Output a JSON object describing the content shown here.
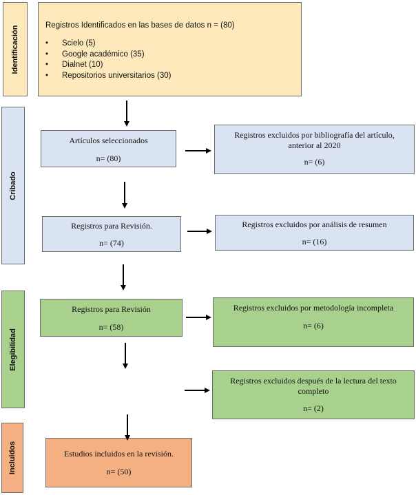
{
  "stages": {
    "identificacion": "Identificación",
    "cribado": "Cribado",
    "elegibilidad": "Elegibilidad",
    "incluidos": "Incluidos"
  },
  "identification": {
    "title": "Registros Identificados en las bases de datos n = (80)",
    "sources": [
      "Scielo (5)",
      "Google académico (35)",
      "Dialnet (10)",
      "Repositorios universitarios (30)"
    ],
    "bullet": "•"
  },
  "screening": {
    "selected": {
      "label": "Artículos seleccionados",
      "n": "n= (80)"
    },
    "excluded_bibliography": {
      "line1": "Registros excluidos por bibliografía del artículo,",
      "line2": "anterior al 2020",
      "n": "n= (6)"
    },
    "review": {
      "label": "Registros para Revisión.",
      "n": "n= (74)"
    },
    "excluded_abstract": {
      "label": "Registros excluidos por análisis de resumen",
      "n": "n= (16)"
    }
  },
  "eligibility": {
    "review": {
      "label": "Registros para Revisión",
      "n": "n= (58)"
    },
    "excluded_method": {
      "label": "Registros excluidos por metodología incompleta",
      "n": "n= (6)"
    },
    "excluded_fulltext": {
      "line1": "Registros excluidos después de la lectura del texto",
      "line2": "completo",
      "n": "n= (2)"
    }
  },
  "included": {
    "label": "Estudios incluidos en la revisión.",
    "n": "n= (50)"
  },
  "colors": {
    "yellow": "#fde9bb",
    "blue": "#dae3f2",
    "green": "#a9d18e",
    "orange": "#f4b083",
    "border": "#6b6b6b"
  }
}
